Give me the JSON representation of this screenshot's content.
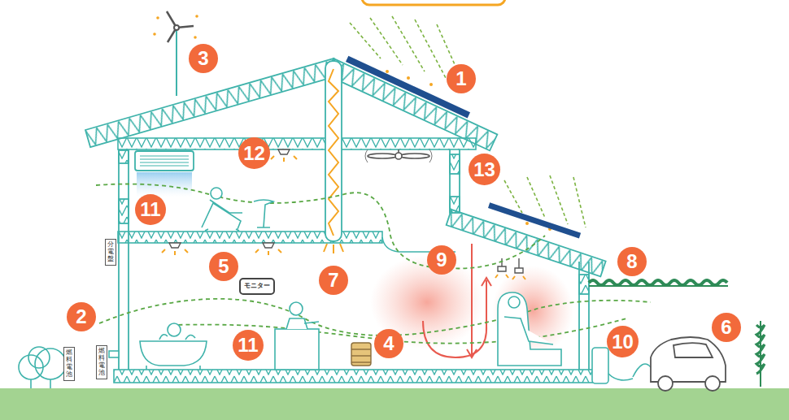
{
  "diagram": {
    "nodes": [
      {
        "text": [
          "3"
        ]
      },
      {
        "text": [
          "1"
        ]
      },
      {
        "text": [
          "12"
        ]
      },
      {
        "text": [
          "13"
        ]
      },
      {
        "text": [
          "11"
        ]
      },
      {
        "text": [
          "分電盤"
        ]
      },
      {
        "text": [
          "9"
        ]
      },
      {
        "text": [
          "8"
        ]
      },
      {
        "text": [
          "5"
        ]
      },
      {
        "text": [
          "7"
        ]
      },
      {
        "text": [
          "モニター"
        ]
      },
      {
        "text": [
          "2"
        ]
      },
      {
        "text": [
          "6"
        ]
      },
      {
        "text": [
          "10"
        ]
      },
      {
        "text": [
          "4"
        ]
      },
      {
        "text": [
          "11"
        ]
      },
      {
        "text": [
          "燃料電池"
        ]
      },
      {
        "text": [
          "燃料電池"
        ]
      }
    ]
  }
}
